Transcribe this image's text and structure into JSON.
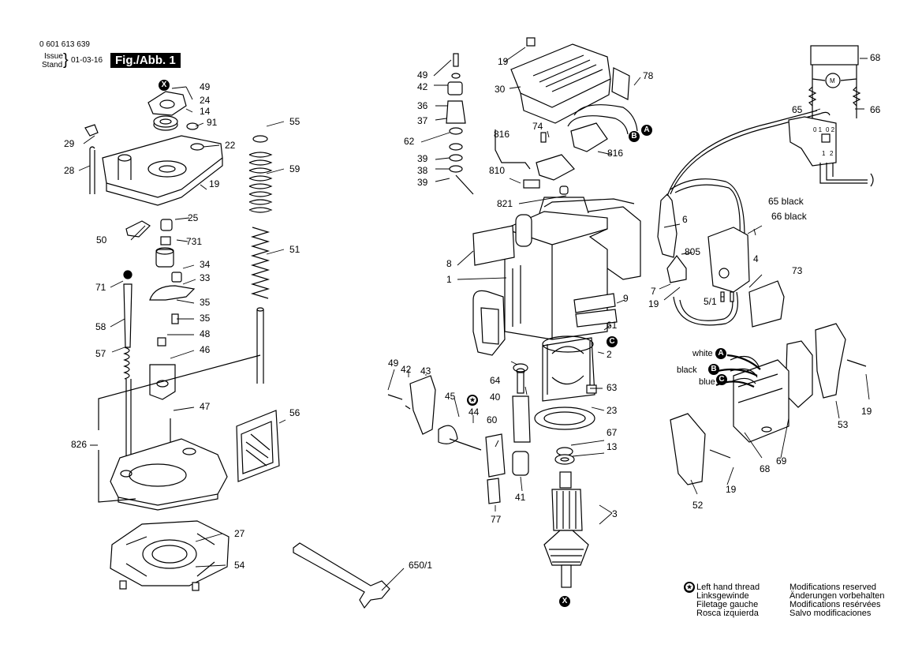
{
  "header": {
    "part_number": "0 601 613 639",
    "issue_label": "Issue",
    "stand_label": "Stand",
    "brace": "}",
    "date": "01-03-16",
    "figure": "Fig./Abb. 1"
  },
  "markers": {
    "x": "X",
    "a": "A",
    "b": "B",
    "c": "C",
    "star": "✪"
  },
  "wire_labels": {
    "white": "white",
    "black": "black",
    "blue": "blue",
    "65_black": "65 black",
    "66_black": "66 black"
  },
  "schematic": {
    "motor": "M",
    "pin1": "1",
    "pin2": "2",
    "pin01": "0 1",
    "pin02": "0 2"
  },
  "legend": {
    "lh_thread": [
      "Left hand thread",
      "Linksgewinde",
      "Filetage gauche",
      "Rosca izquierda"
    ],
    "modifications": [
      "Modifications reserved",
      "Änderungen vorbehalten",
      "Modifications resérvées",
      "Salvo modificaciones"
    ]
  },
  "callouts": {
    "c49a": "49",
    "c24": "24",
    "c14": "14",
    "c91": "91",
    "c29": "29",
    "c22": "22",
    "c28": "28",
    "c19a": "19",
    "c25": "25",
    "c50": "50",
    "c731": "731",
    "c34": "34",
    "c33": "33",
    "c35a": "35",
    "c35b": "35",
    "c71": "71",
    "c48": "48",
    "c46": "46",
    "c58": "58",
    "c57": "57",
    "c47": "47",
    "c826": "826",
    "c27": "27",
    "c54": "54",
    "c55": "55",
    "c59": "59",
    "c51": "51",
    "c56": "56",
    "c650": "650/1",
    "c49b": "49",
    "c42a": "42",
    "c36": "36",
    "c37": "37",
    "c62": "62",
    "c39a": "39",
    "c38": "38",
    "c39b": "39",
    "c19b": "19",
    "c30": "30",
    "c78": "78",
    "c816a": "816",
    "c74": "74",
    "c816b": "816",
    "c810": "810",
    "c821": "821",
    "c8": "8",
    "c1": "1",
    "c9": "9",
    "c61": "61",
    "c2": "2",
    "c64": "64",
    "c40": "40",
    "c63": "63",
    "c23": "23",
    "c49c": "49",
    "c42b": "42",
    "c43": "43",
    "c45": "45",
    "c44": "44",
    "c60": "60",
    "c67": "67",
    "c13": "13",
    "c41": "41",
    "c77": "77",
    "c3": "3",
    "c6": "6",
    "c805": "805",
    "c4": "4",
    "c73": "73",
    "c7": "7",
    "c19c": "19",
    "c51b": "5/1",
    "c68a": "68",
    "c65": "65",
    "c66": "66",
    "c19d": "19",
    "c53": "53",
    "c69": "69",
    "c68b": "68",
    "c52": "52",
    "c19e": "19"
  }
}
